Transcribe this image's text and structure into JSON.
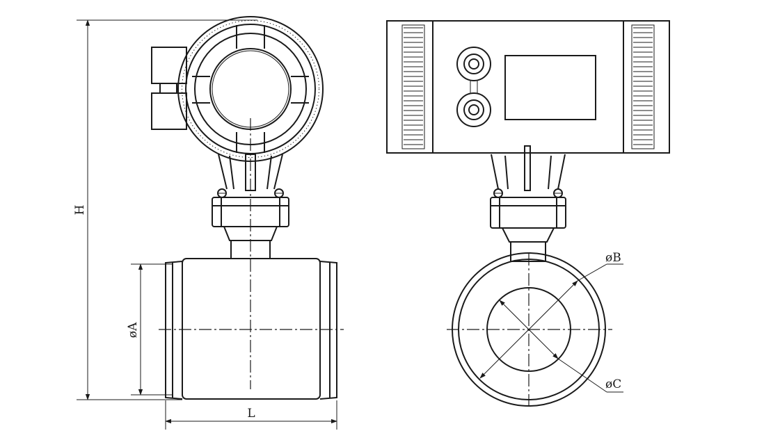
{
  "labels": {
    "height": "H",
    "length": "L",
    "diameter_a": "øA",
    "diameter_b": "øB",
    "diameter_c": "øC"
  }
}
